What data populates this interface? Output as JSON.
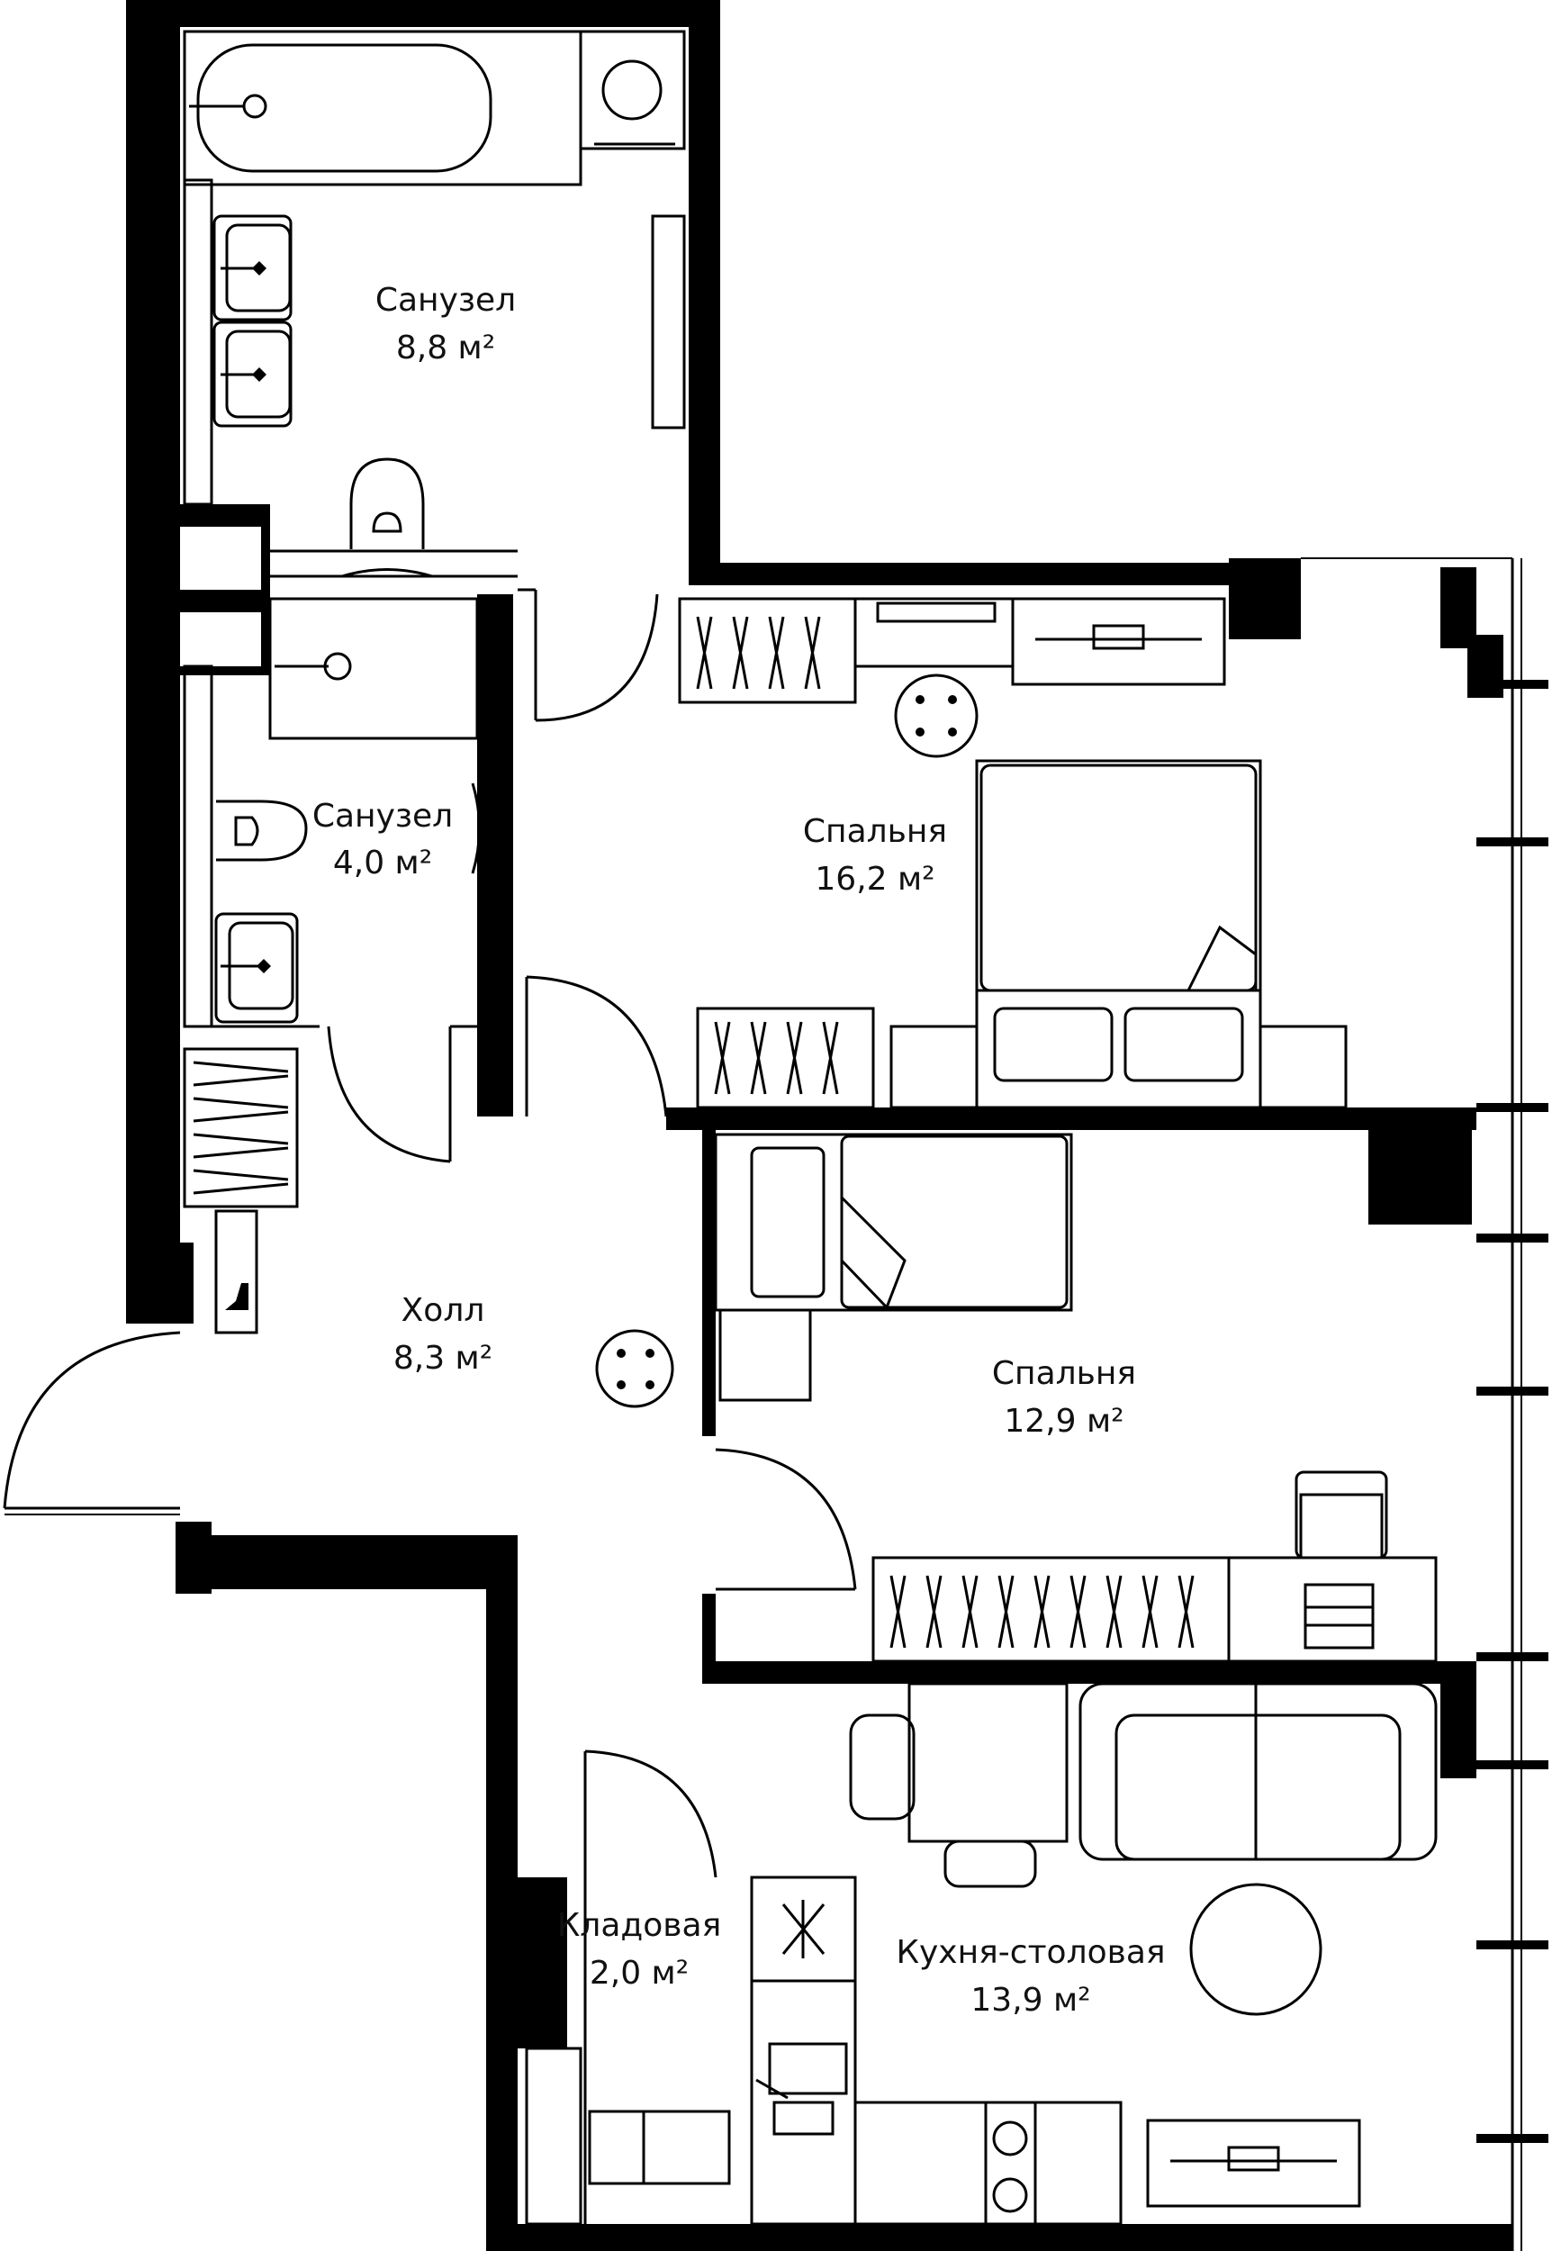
{
  "rooms": [
    {
      "id": "bathroom-main",
      "name": "Санузел",
      "area": "8,8 м²"
    },
    {
      "id": "bathroom-small",
      "name": "Санузел",
      "area": "4,0 м²"
    },
    {
      "id": "bedroom-large",
      "name": "Спальня",
      "area": "16,2 м²"
    },
    {
      "id": "hall",
      "name": "Холл",
      "area": "8,3 м²"
    },
    {
      "id": "bedroom-small",
      "name": "Спальня",
      "area": "12,9 м²"
    },
    {
      "id": "storage",
      "name": "Кладовая",
      "area": "2,0 м²"
    },
    {
      "id": "kitchen",
      "name": "Кухня-столовая",
      "area": "13,9 м²"
    }
  ]
}
